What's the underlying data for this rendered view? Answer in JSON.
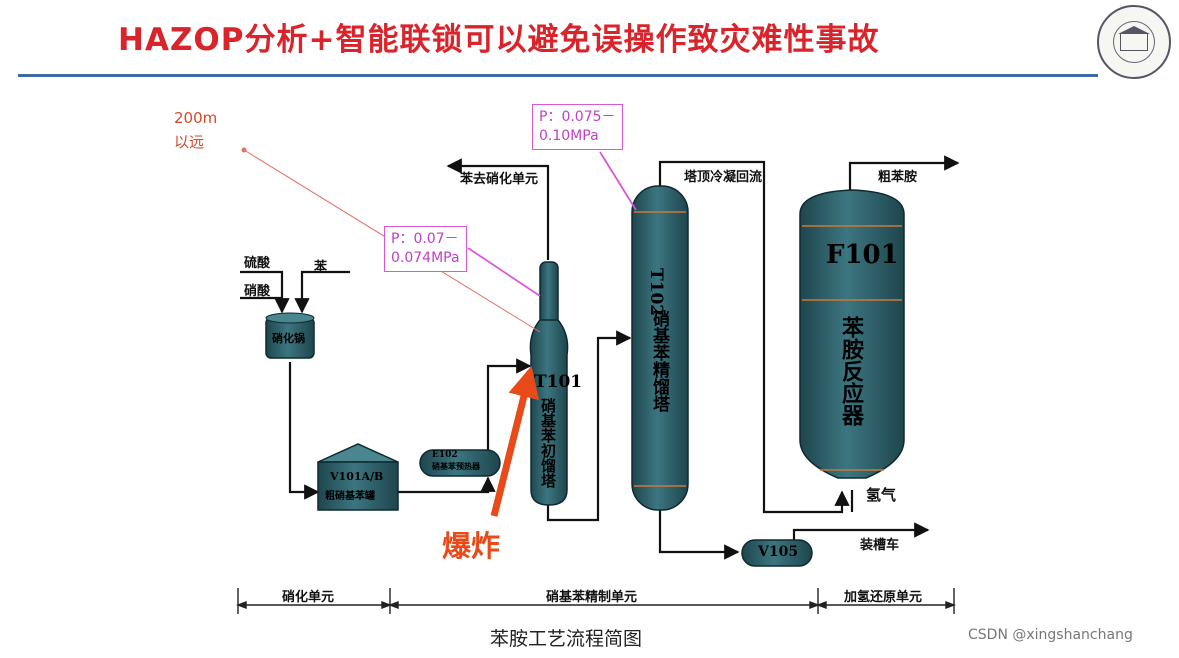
{
  "slide": {
    "title": "HAZOP分析+智能联锁可以避免误操作致灾难性事故",
    "caption": "苯胺工艺流程简图",
    "watermark": "CSDN @xingshanchang"
  },
  "notes": {
    "distance_line1": "200m",
    "distance_line2": "以远",
    "explosion": "爆炸"
  },
  "pressure_callouts": {
    "t101": "P：0.07－\n0.074MPa",
    "t102": "P：0.075－\n0.10MPa"
  },
  "stream_labels": {
    "sulfuric_acid": "硫酸",
    "nitric_acid": "硝酸",
    "benzene": "苯",
    "benzene_to_nitration": "苯去硝化单元",
    "overhead_reflux": "塔顶冷凝回流",
    "crude_aniline": "粗苯胺",
    "hydrogen": "氢气",
    "tank_truck": "装槽车"
  },
  "equipment": {
    "nitrator": "硝化锅",
    "v101_tag": "V101A/B",
    "v101_name": "粗硝基苯罐",
    "e102_tag": "E102",
    "e102_name": "硝基苯预热器",
    "t101_tag": "T101",
    "t101_name": "硝基苯初馏塔",
    "t102_tag": "T102",
    "t102_name": "硝基苯精馏塔",
    "f101_tag": "F101",
    "f101_name": "苯胺反应器",
    "v105_tag": "V105"
  },
  "units": {
    "nitration": "硝化单元",
    "refining": "硝基苯精制单元",
    "hydrogenation": "加氢还原单元"
  },
  "colors": {
    "title": "#d9242b",
    "vessel": "#2d5a63",
    "callout": "#d858d8",
    "explosion_arrow": "#e84a1a"
  }
}
